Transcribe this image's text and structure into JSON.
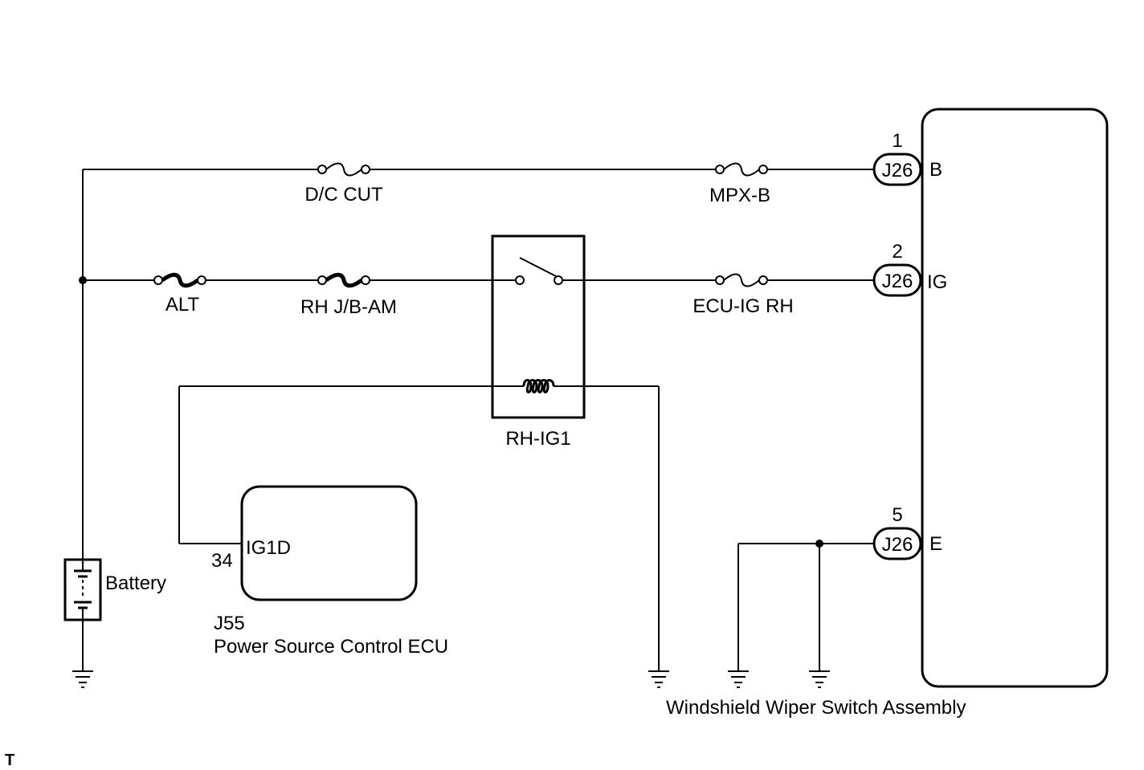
{
  "fuses": {
    "dc_cut": "D/C CUT",
    "mpx_b": "MPX-B",
    "alt": "ALT",
    "rh_jb_am": "RH J/B-AM",
    "ecu_ig_rh": "ECU-IG RH"
  },
  "relay": {
    "name": "RH-IG1"
  },
  "battery": {
    "label": "Battery"
  },
  "ecu": {
    "connector": "J55",
    "name": "Power Source Control ECU",
    "pin_number": "34",
    "pin_name": "IG1D"
  },
  "wiper_switch": {
    "name": "Windshield Wiper Switch Assembly",
    "pins": [
      {
        "number": "1",
        "connector": "J26",
        "name": "B"
      },
      {
        "number": "2",
        "connector": "J26",
        "name": "IG"
      },
      {
        "number": "5",
        "connector": "J26",
        "name": "E"
      }
    ]
  },
  "corner_mark": "T"
}
